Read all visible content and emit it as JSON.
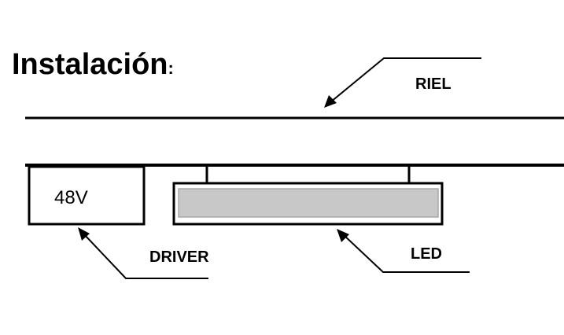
{
  "title": "Instalación",
  "title_suffix": ":",
  "labels": {
    "rail": "RIEL",
    "driver": "DRIVER",
    "led": "LED",
    "driver_voltage": "48V"
  },
  "colors": {
    "line": "#000000",
    "led_fill": "#c8c8c8",
    "led_border": "#a8a8a8"
  }
}
